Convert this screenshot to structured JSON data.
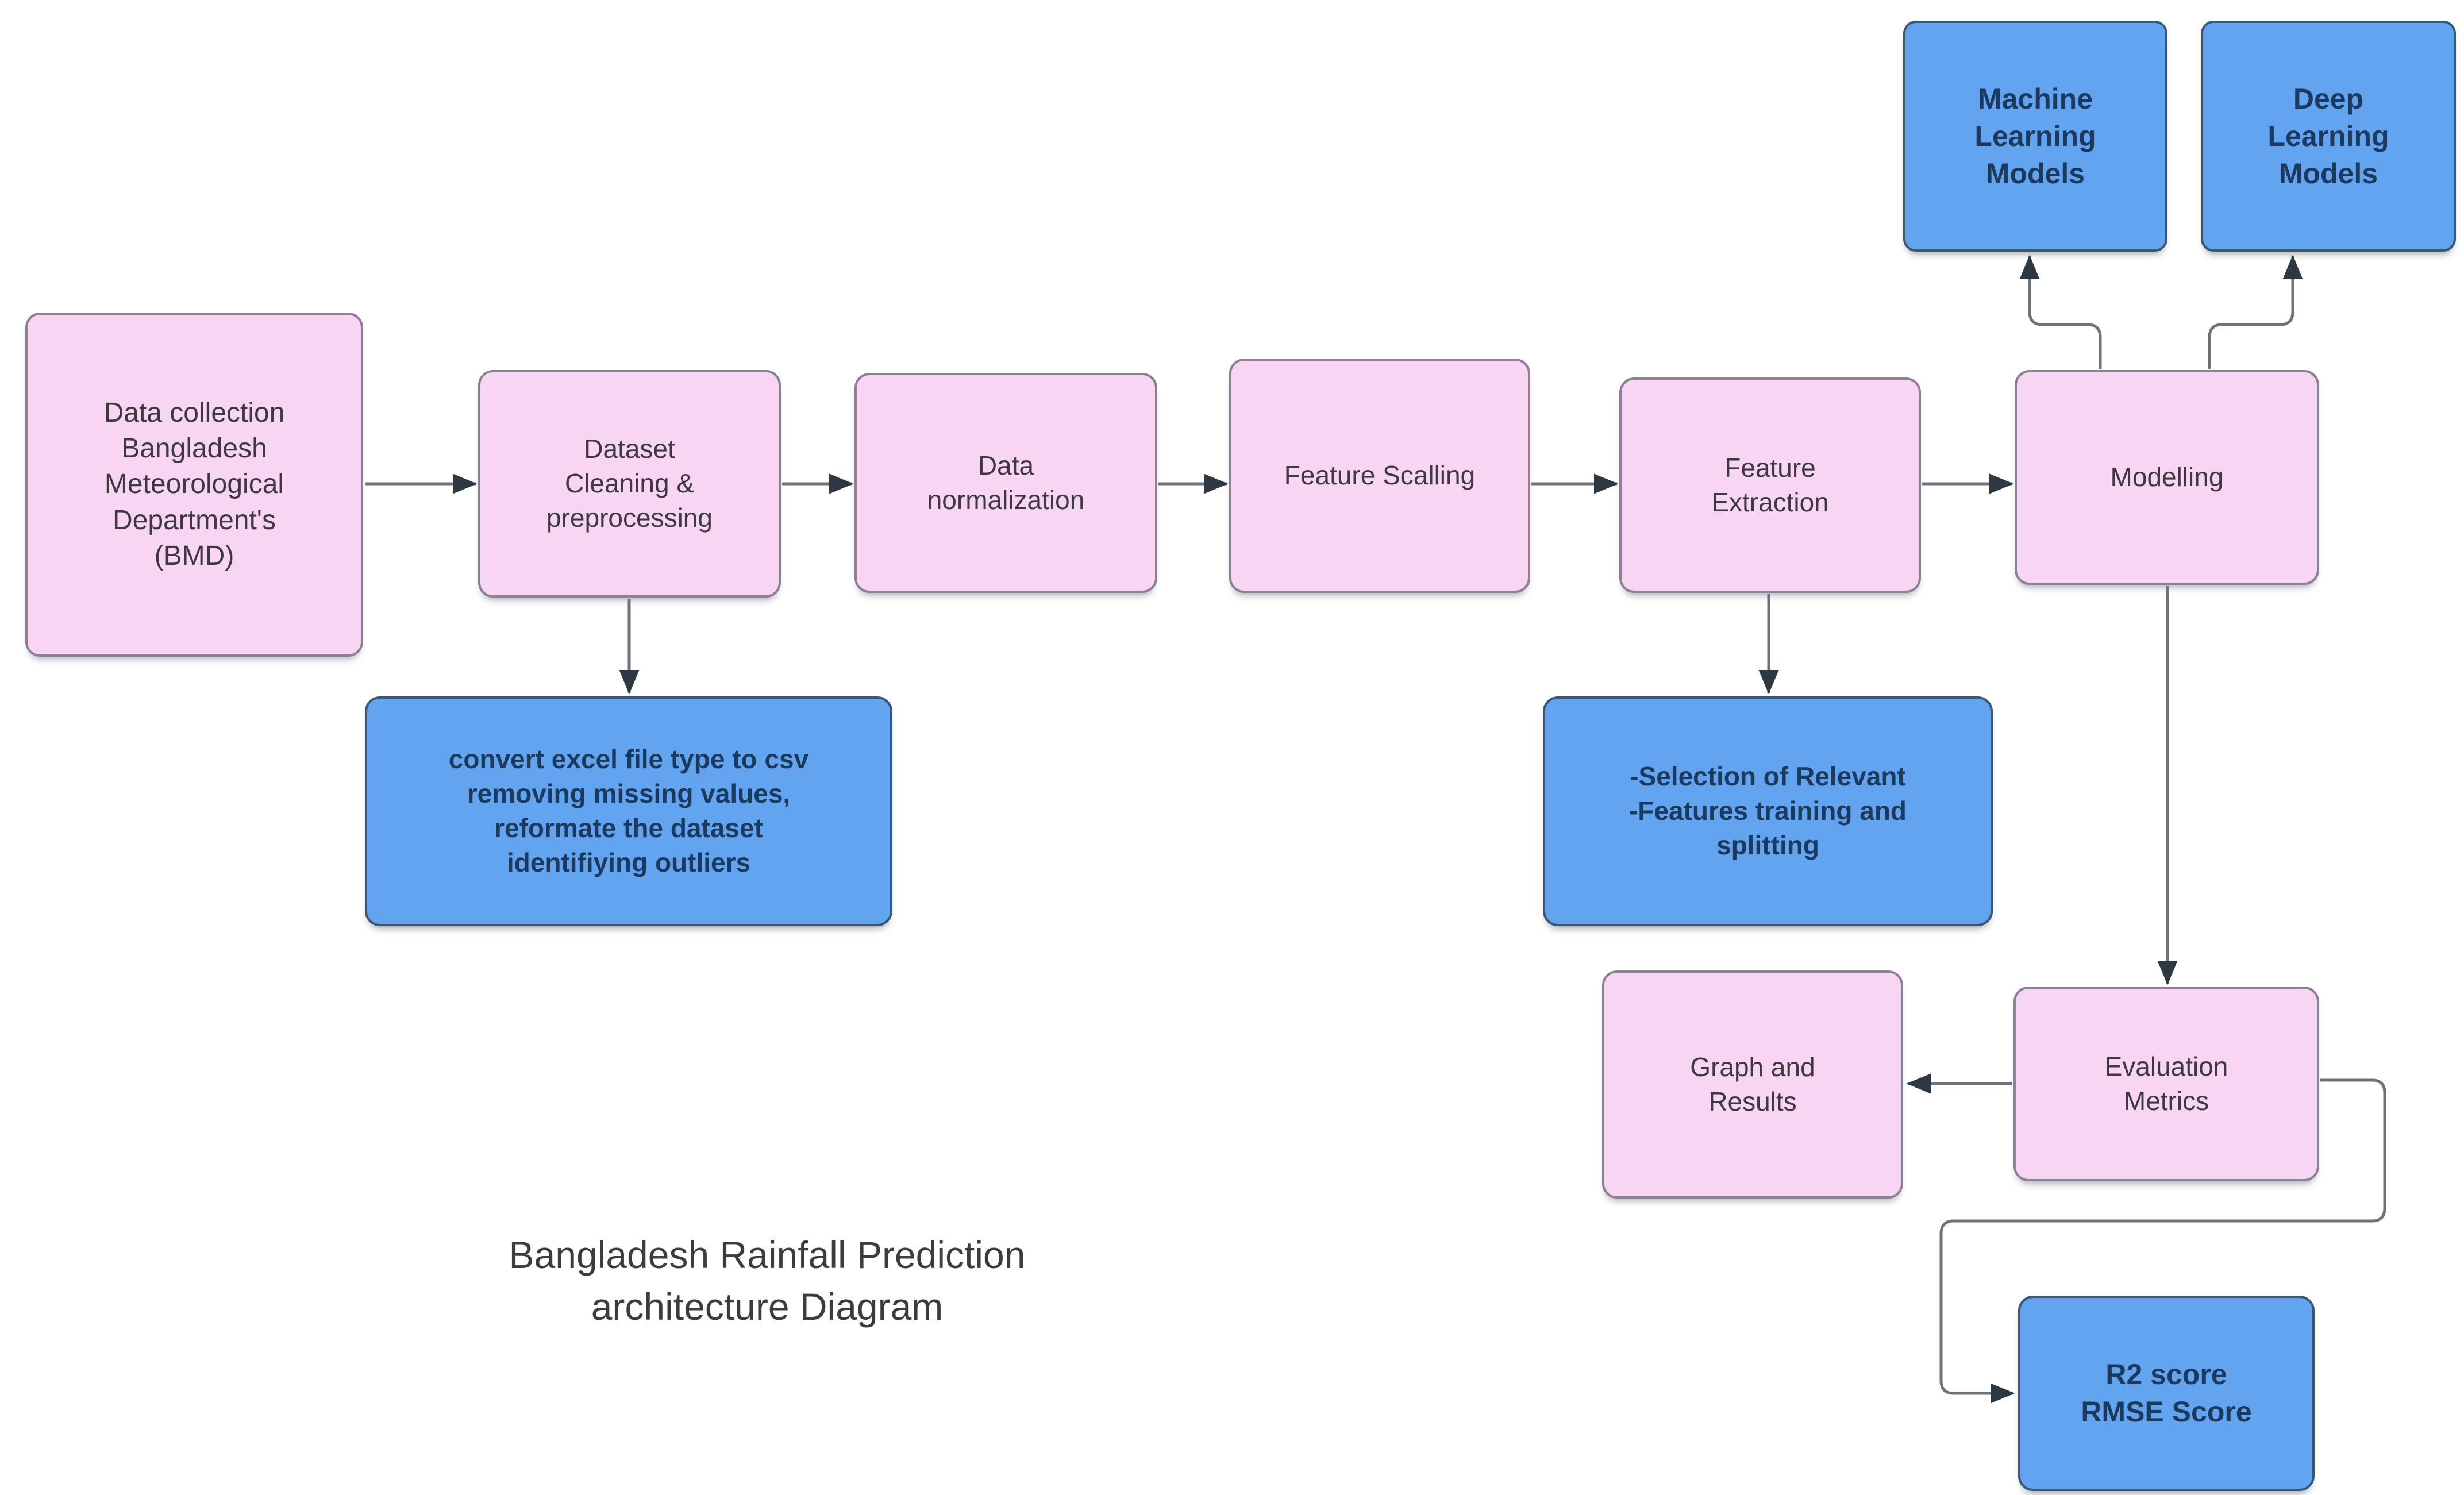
{
  "title": {
    "text": "Bangladesh Rainfall Prediction\narchitecture Diagram"
  },
  "colors": {
    "pink_fill": "#f8d5f2",
    "pink_border": "#8a8194",
    "pink_text": "#3e383f",
    "blue_fill": "#63a4f0",
    "blue_border": "#3c5674",
    "blue_text": "#1c3a5e",
    "line": "#6e737b",
    "arrow": "#2e3843",
    "title_text": "#3c3c3c",
    "page_bg": "#ffffff"
  },
  "nodes": [
    {
      "id": "data-collection",
      "type": "pink",
      "label": "Data collection\nBangladesh\nMeteorological\nDepartment's\n(BMD)"
    },
    {
      "id": "dataset-cleaning",
      "type": "pink",
      "label": "Dataset\nCleaning &\npreprocessing"
    },
    {
      "id": "data-normalization",
      "type": "pink",
      "label": "Data\nnormalization"
    },
    {
      "id": "feature-scaling",
      "type": "pink",
      "label": "Feature Scalling"
    },
    {
      "id": "feature-extraction",
      "type": "pink",
      "label": "Feature\nExtraction"
    },
    {
      "id": "modelling",
      "type": "pink",
      "label": "Modelling"
    },
    {
      "id": "machine-learning-models",
      "type": "blue",
      "label": "Machine\nLearning\nModels"
    },
    {
      "id": "deep-learning-models",
      "type": "blue",
      "label": "Deep\nLearning\nModels"
    },
    {
      "id": "cleaning-details",
      "type": "blue",
      "label": "convert excel file type to csv\nremoving missing values,\nreformate the dataset\nidentifiying outliers"
    },
    {
      "id": "feature-details",
      "type": "blue",
      "label": "-Selection of Relevant\n-Features training and\nsplitting"
    },
    {
      "id": "graph-results",
      "type": "pink",
      "label": "Graph and\nResults"
    },
    {
      "id": "evaluation-metrics",
      "type": "pink",
      "label": "Evaluation\nMetrics"
    },
    {
      "id": "r2-rmse",
      "type": "blue",
      "label": "R2 score\nRMSE Score"
    }
  ],
  "edges": [
    {
      "from": "data-collection",
      "to": "dataset-cleaning"
    },
    {
      "from": "dataset-cleaning",
      "to": "data-normalization"
    },
    {
      "from": "data-normalization",
      "to": "feature-scaling"
    },
    {
      "from": "feature-scaling",
      "to": "feature-extraction"
    },
    {
      "from": "feature-extraction",
      "to": "modelling"
    },
    {
      "from": "dataset-cleaning",
      "to": "cleaning-details"
    },
    {
      "from": "feature-extraction",
      "to": "feature-details"
    },
    {
      "from": "modelling",
      "to": "machine-learning-models"
    },
    {
      "from": "modelling",
      "to": "deep-learning-models"
    },
    {
      "from": "modelling",
      "to": "evaluation-metrics"
    },
    {
      "from": "evaluation-metrics",
      "to": "graph-results"
    },
    {
      "from": "evaluation-metrics",
      "to": "r2-rmse"
    }
  ]
}
